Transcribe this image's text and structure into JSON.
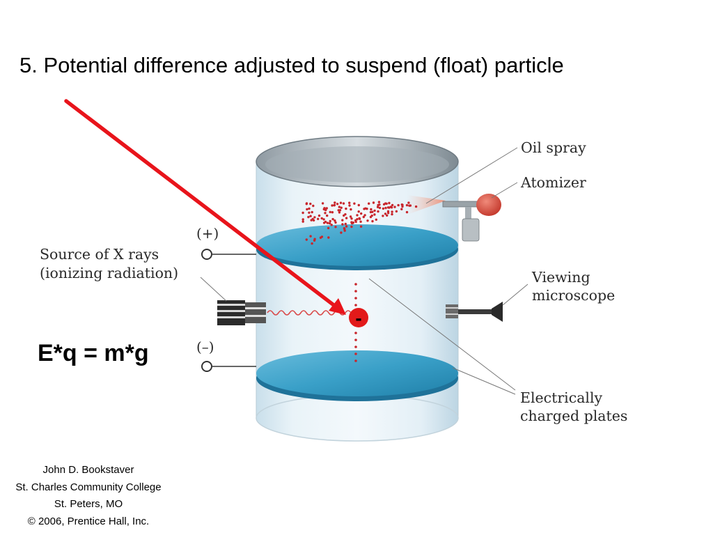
{
  "slide": {
    "title": "5. Potential difference adjusted to suspend (float) particle",
    "equation": "E*q = m*g"
  },
  "diagram": {
    "labels": {
      "oil_spray": "Oil spray",
      "atomizer": "Atomizer",
      "xray_line1": "Source of X rays",
      "xray_line2": "(ionizing radiation)",
      "viewing_line1": "Viewing",
      "viewing_line2": "microscope",
      "plates_line1": "Electrically",
      "plates_line2": "charged plates",
      "positive": "(+)",
      "negative": "(–)",
      "particle_charge": "-"
    },
    "colors": {
      "arrow": "#e8141b",
      "droplet": "#c8262c",
      "plate": "#3aa0c8",
      "cylinder": "#dcebf3"
    }
  },
  "credits": {
    "author": "John D. Bookstaver",
    "college": "St. Charles Community College",
    "location": "St. Peters, MO",
    "copyright": "© 2006, Prentice Hall, Inc."
  }
}
